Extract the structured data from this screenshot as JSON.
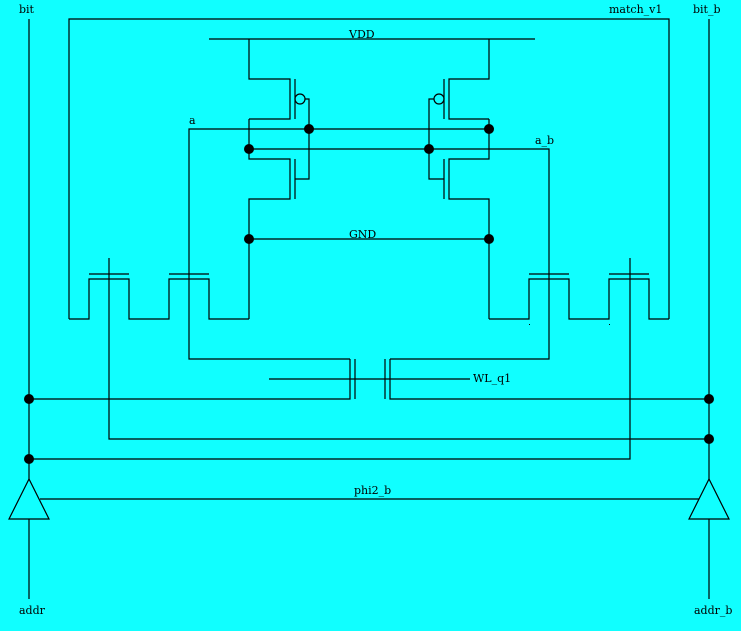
{
  "labels": {
    "bit": "bit",
    "bit_b": "bit_b",
    "match": "match_v1",
    "vdd": "VDD",
    "gnd": "GND",
    "a": "a",
    "a_b": "a_b",
    "wl": "WL_q1",
    "phi2": "phi2_b",
    "addr": "addr",
    "addr_b": "addr_b"
  },
  "colors": {
    "background": "#10FFFF",
    "wire": "#000000"
  }
}
